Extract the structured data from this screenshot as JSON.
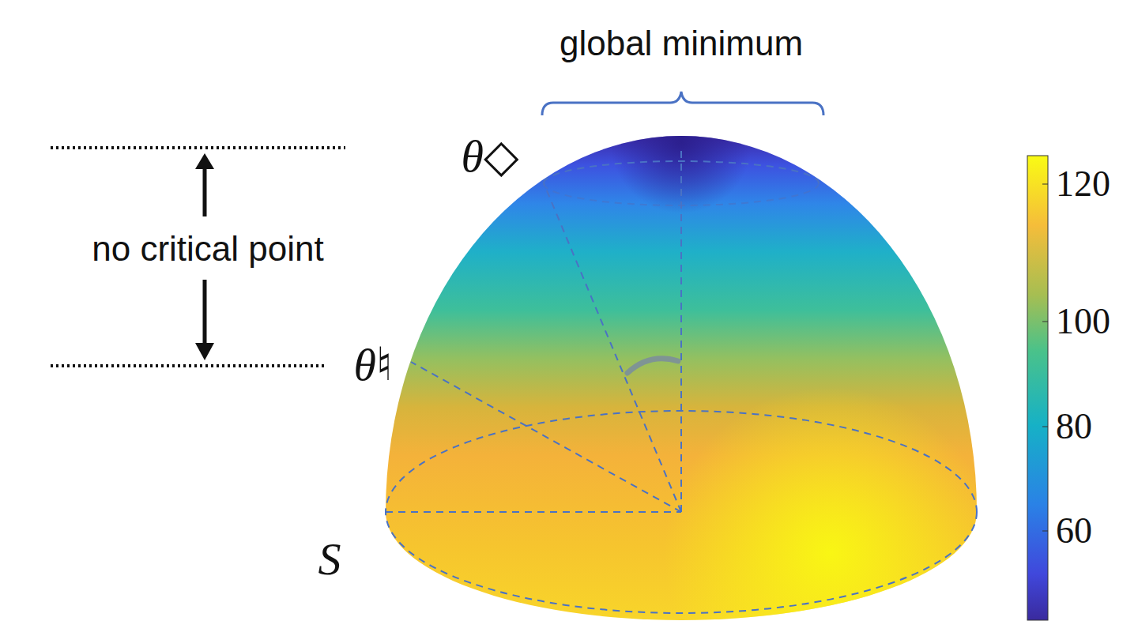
{
  "diagram": {
    "labels": [
      "global minimum",
      "no critical point",
      "θ◇",
      "θ♮",
      "S",
      "120",
      "100",
      "80",
      "60"
    ]
  }
}
